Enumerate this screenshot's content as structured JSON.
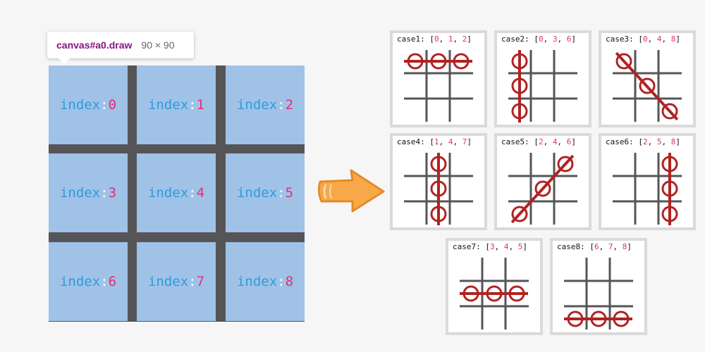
{
  "tooltip": {
    "selector": "canvas#a0.draw",
    "size": "90 × 90"
  },
  "board": {
    "word": "index",
    "sep": ":",
    "cells": [
      "0",
      "1",
      "2",
      "3",
      "4",
      "5",
      "6",
      "7",
      "8"
    ]
  },
  "colors": {
    "cell": "#a0c2e6",
    "grid": "#555558",
    "word": "#2d9bdc",
    "number": "#e0307a",
    "win": "#b22222",
    "arrow": "#f7a94a"
  },
  "cases": [
    {
      "name": "case1",
      "cells": [
        0,
        1,
        2
      ]
    },
    {
      "name": "case2",
      "cells": [
        0,
        3,
        6
      ]
    },
    {
      "name": "case3",
      "cells": [
        0,
        4,
        8
      ]
    },
    {
      "name": "case4",
      "cells": [
        1,
        4,
        7
      ]
    },
    {
      "name": "case5",
      "cells": [
        2,
        4,
        6
      ]
    },
    {
      "name": "case6",
      "cells": [
        2,
        5,
        8
      ]
    },
    {
      "name": "case7",
      "cells": [
        3,
        4,
        5
      ]
    },
    {
      "name": "case8",
      "cells": [
        6,
        7,
        8
      ]
    }
  ]
}
